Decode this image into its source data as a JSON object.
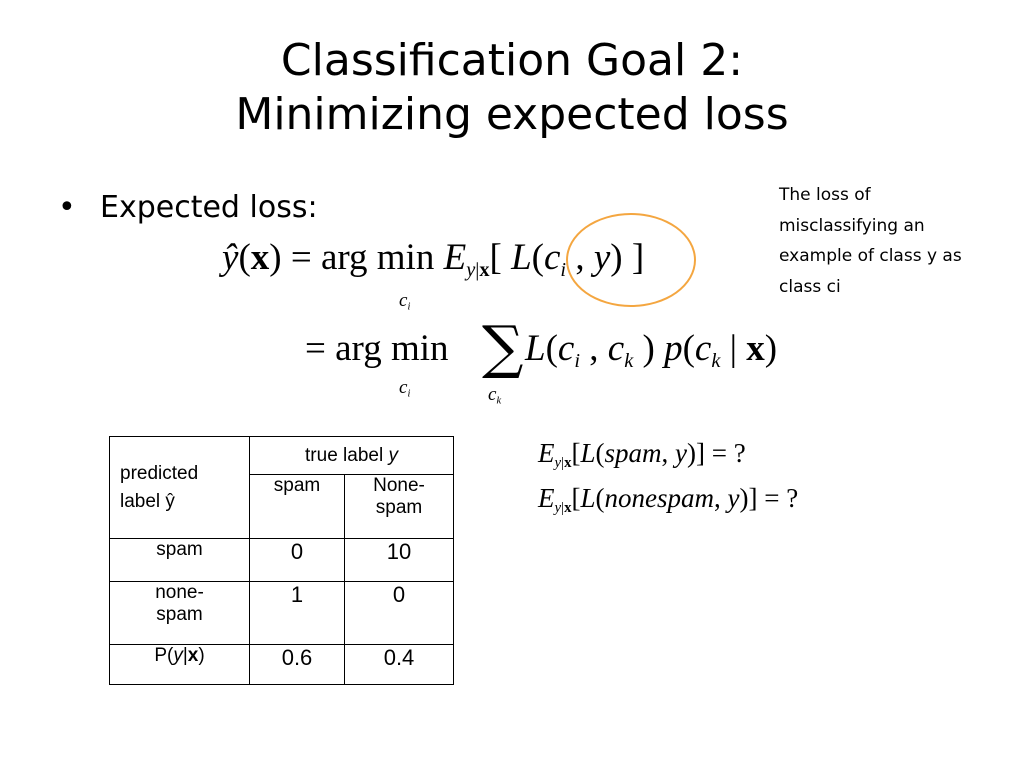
{
  "slide": {
    "title_line1": "Classification Goal 2:",
    "title_line2": "Minimizing expected loss",
    "bullet": "Expected loss:",
    "note_lines": [
      "The loss of",
      "misclassifying an",
      "example of class y as",
      "class ci"
    ]
  },
  "equations": {
    "eq1": "ŷ(x) = arg min E_{y|x}[L(c_i, y)] (min over c_i)",
    "eq2": "= arg min Σ_{c_k} L(c_i, c_k) p(c_k | x) (min over c_i)",
    "q1": "E_{y|x}[L(spam, y)] = ?",
    "q2": "E_{y|x}[L(nonespam, y)] = ?"
  },
  "table": {
    "header_true": "true label",
    "header_true_var": "y",
    "row_header": [
      "predicted",
      "label ŷ"
    ],
    "columns": [
      "spam",
      "None-",
      "spam"
    ],
    "rows": [
      {
        "label": "spam",
        "values": [
          "0",
          "10"
        ]
      },
      {
        "label_lines": [
          "none-",
          "spam"
        ],
        "values": [
          "1",
          "0"
        ]
      }
    ],
    "prob": {
      "label_p": "P(",
      "label_y": "y",
      "label_bar": "|",
      "label_x": "x",
      "label_close": ")",
      "values": [
        "0.6",
        "0.4"
      ]
    }
  }
}
